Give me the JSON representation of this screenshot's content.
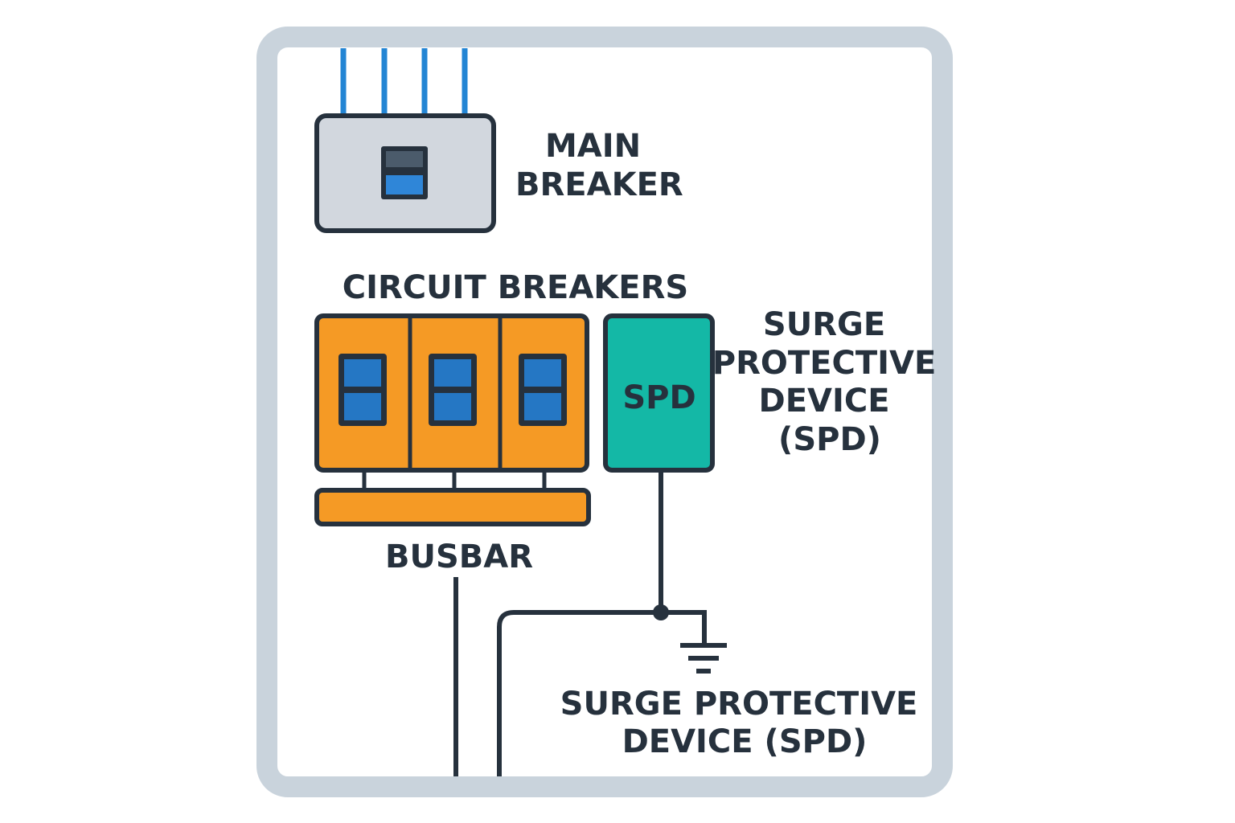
{
  "labels": {
    "main_breaker": [
      "MAIN",
      "BREAKER"
    ],
    "circuit_breakers": "CIRCUIT BREAKERS",
    "busbar": "BUSBAR",
    "spd_device_text": "SPD",
    "spd_side": [
      "SURGE",
      "PROTECTIVE",
      "DEVICE",
      "(SPD)"
    ],
    "spd_bottom": [
      "SURGE PROTECTIVE",
      "DEVICE (SPD)"
    ]
  },
  "colors": {
    "panel_border": "#c9d3dc",
    "outline": "#26313d",
    "main_breaker_fill": "#d2d7de",
    "breaker_fill": "#f59a25",
    "switch_fill": "#2577c4",
    "spd_fill": "#14b8a6",
    "feed_wires": "#2385d4"
  },
  "icons": [
    "ground-icon"
  ]
}
